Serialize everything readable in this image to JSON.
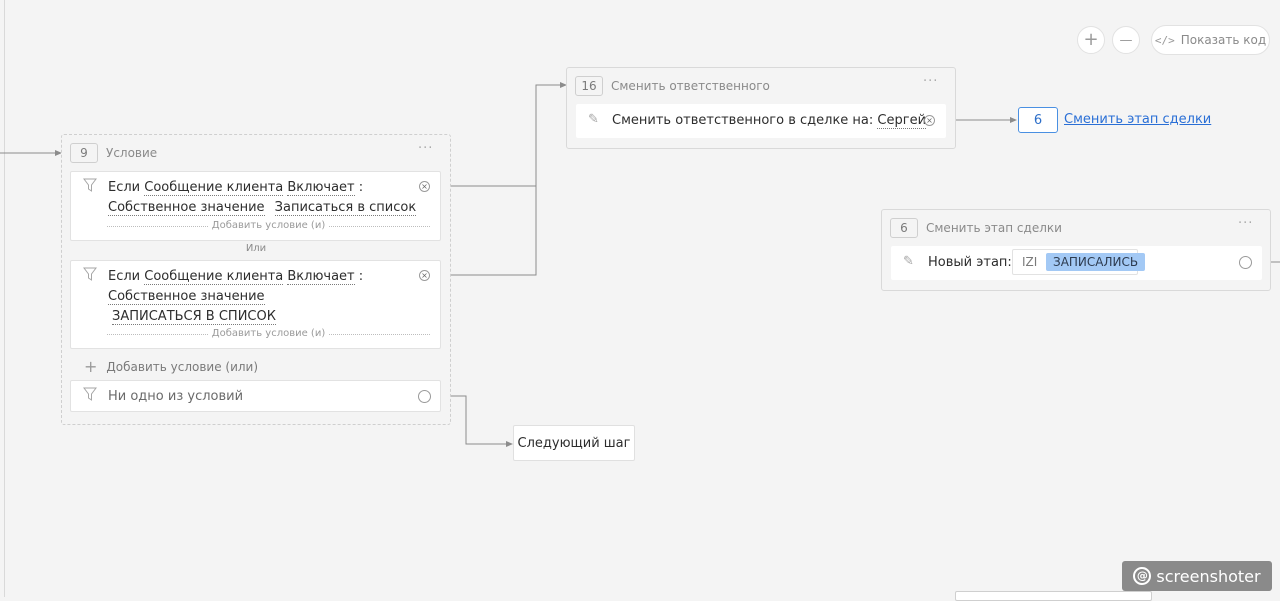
{
  "toolbar": {
    "zoom_in_glyph": "+",
    "zoom_out_glyph": "—",
    "show_code_icon": "</>",
    "show_code_label": "Показать код"
  },
  "condition_block": {
    "step_number": "9",
    "title": "Условие",
    "menu_glyph": "···",
    "conditions": [
      {
        "prefix": "Если",
        "field": "Сообщение клиента",
        "operator": "Включает",
        "colon": ":",
        "source": "Собственное значение",
        "value": "Записаться в список",
        "add_and": "Добавить условие (и)"
      },
      {
        "prefix": "Если",
        "field": "Сообщение клиента",
        "operator": "Включает",
        "colon": ":",
        "source": "Собственное значение",
        "value": "ЗАПИСАТЬСЯ В СПИСОК",
        "add_and": "Добавить условие (и)"
      }
    ],
    "or_separator": "Или",
    "add_or_icon": "+",
    "add_or": "Добавить условие (или)",
    "none_of_conditions": "Ни одно из условий"
  },
  "next_step_label": "Следующий шаг",
  "change_responsible_block": {
    "step_number": "16",
    "title": "Сменить ответственного",
    "menu_glyph": "···",
    "action_prefix": "Сменить ответственного в сделке на:",
    "assignee": "Сергей"
  },
  "linked_step": {
    "number": "6",
    "label": "Сменить этап сделки"
  },
  "change_stage_block": {
    "step_number": "6",
    "title": "Сменить этап сделки",
    "menu_glyph": "···",
    "label": "Новый этап:",
    "pipeline": "IZI",
    "stage": "ЗАПИСАЛИСЬ"
  },
  "watermark": {
    "at_glyph": "@",
    "text": "screenshoter"
  },
  "colors": {
    "canvas": "#f4f4f4",
    "link": "#2a6fd6",
    "stage_tag": "#a3c9f5",
    "wire": "#8c8c8c"
  }
}
